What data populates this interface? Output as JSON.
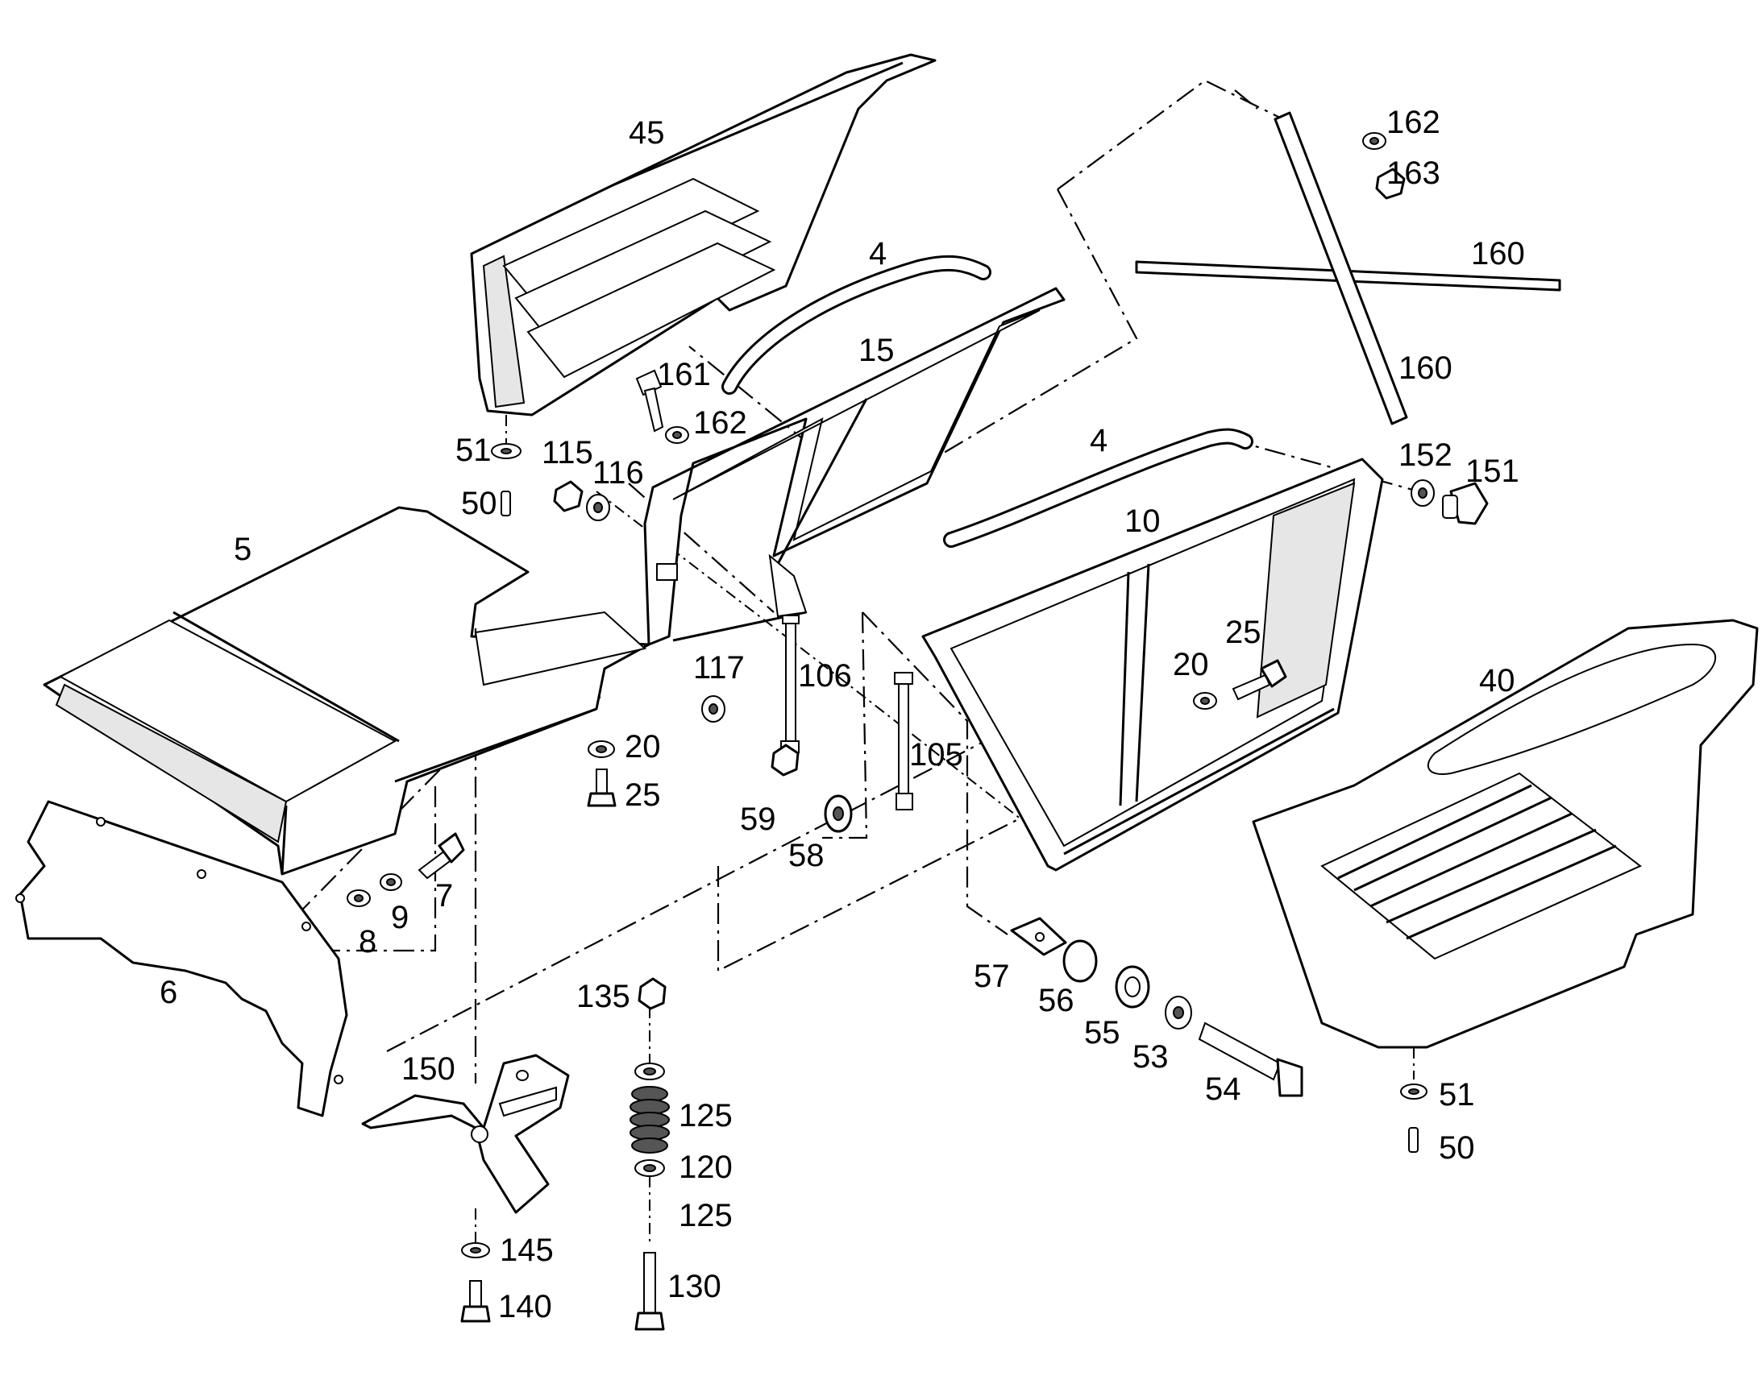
{
  "diagram": {
    "labels": {
      "l45": "45",
      "l4a": "4",
      "l15": "15",
      "l161": "161",
      "l162a": "162",
      "l51a": "51",
      "l50a": "50",
      "l115": "115",
      "l116": "116",
      "l162b": "162",
      "l163": "163",
      "l160a": "160",
      "l160b": "160",
      "l4b": "4",
      "l10": "10",
      "l152": "152",
      "l151": "151",
      "l5": "5",
      "l117": "117",
      "l106": "106",
      "l20a": "20",
      "l25a": "25",
      "l20b": "20",
      "l25b": "25",
      "l40": "40",
      "l105": "105",
      "l59": "59",
      "l58": "58",
      "l7": "7",
      "l9": "9",
      "l8": "8",
      "l6": "6",
      "l57": "57",
      "l56": "56",
      "l55": "55",
      "l53": "53",
      "l54": "54",
      "l135": "135",
      "l150": "150",
      "l125a": "125",
      "l120": "120",
      "l125b": "125",
      "l145": "145",
      "l140": "140",
      "l130": "130",
      "l51b": "51",
      "l50b": "50"
    }
  }
}
